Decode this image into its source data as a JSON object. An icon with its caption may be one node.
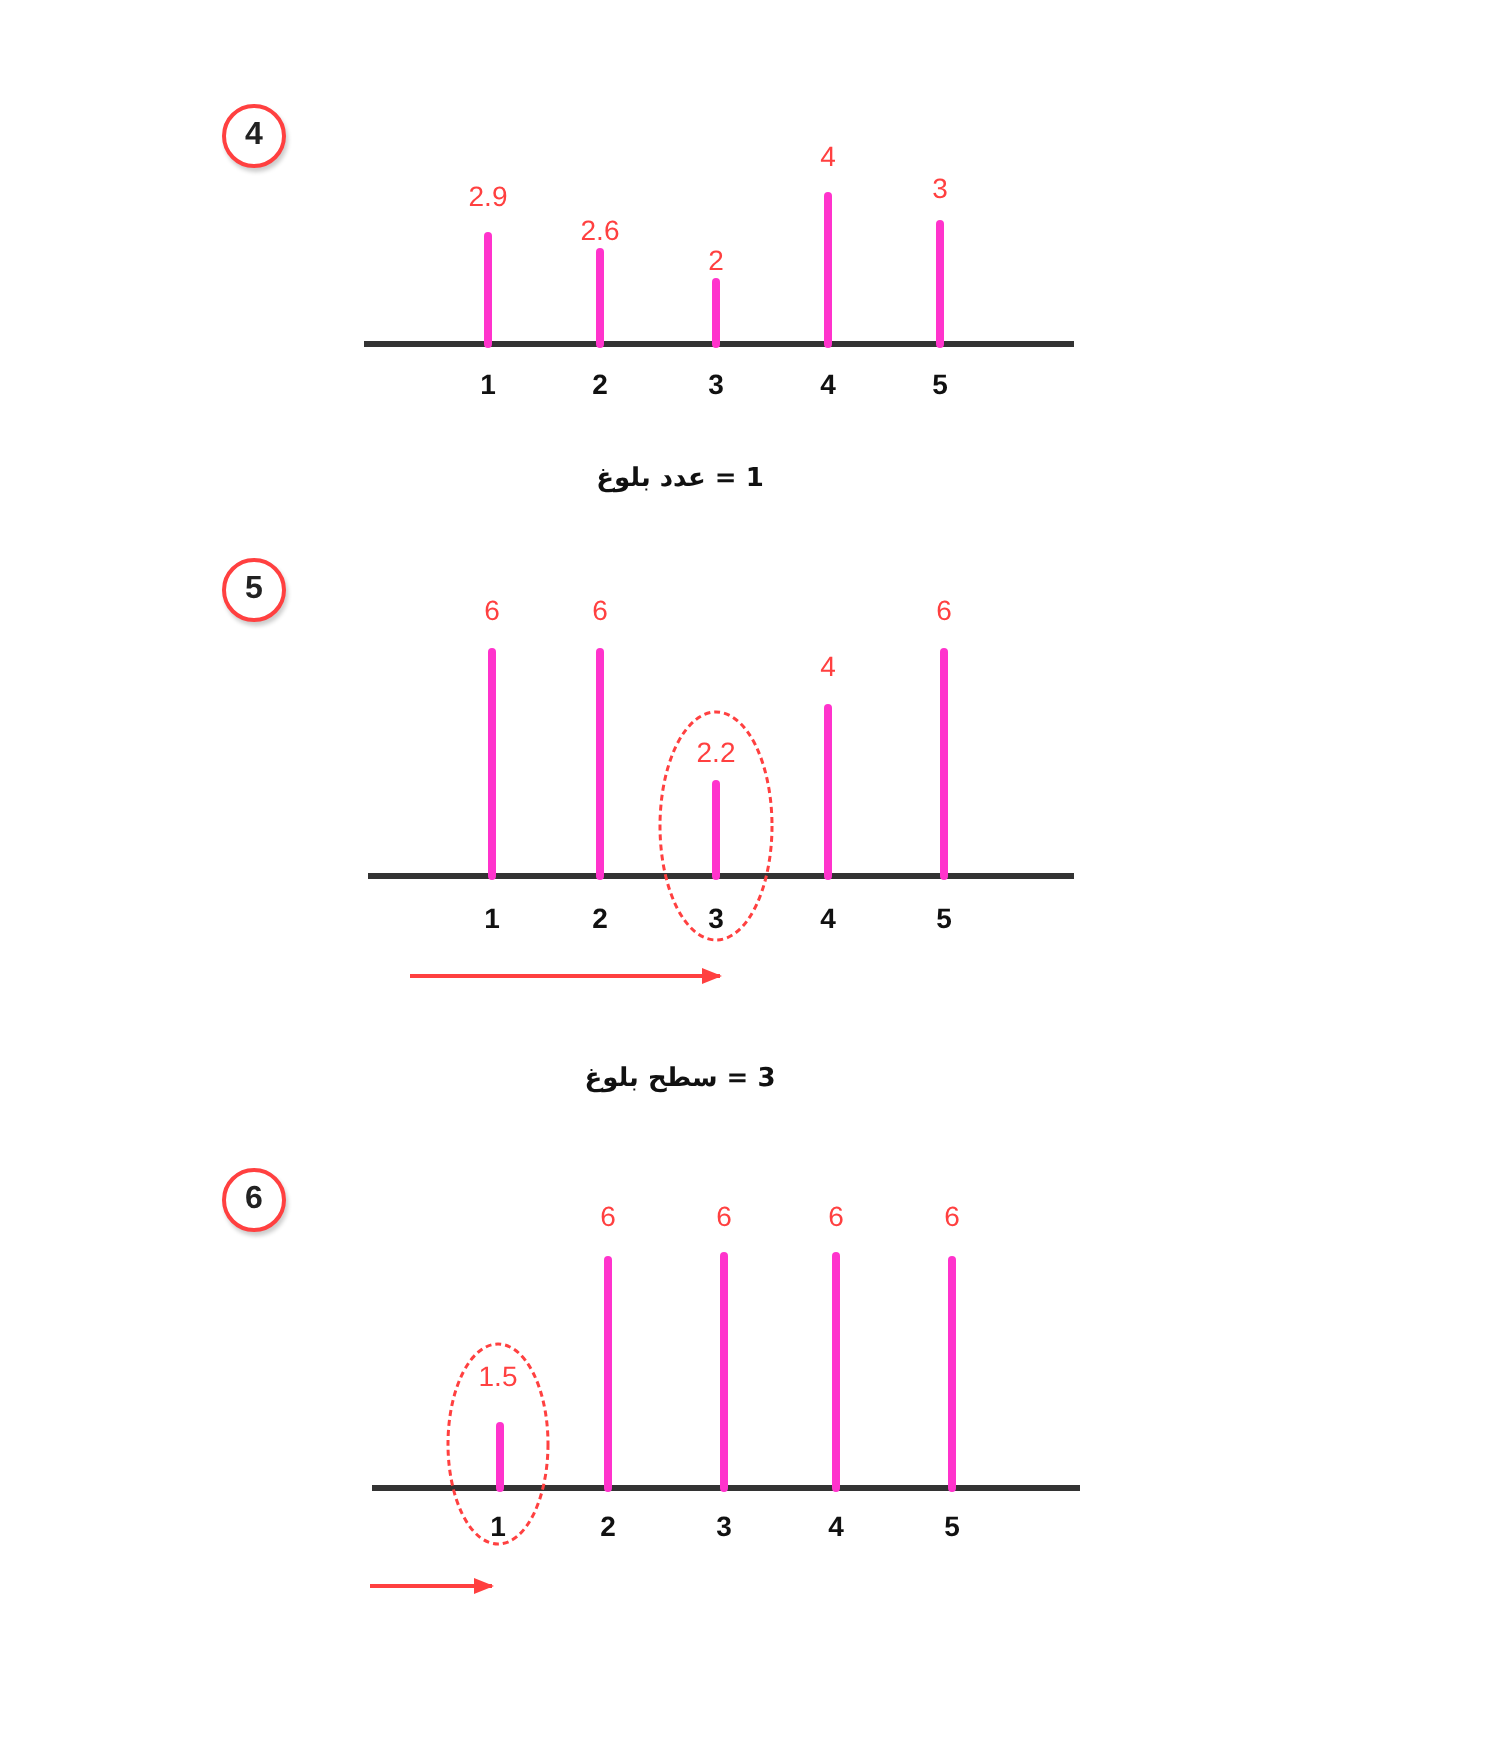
{
  "diagram": {
    "nodes": [
      {
        "text": [
          "4"
        ]
      },
      {
        "text": [
          "5"
        ]
      },
      {
        "text": [
          "2.2",
          "3"
        ]
      },
      {
        "text": [
          "6"
        ]
      },
      {
        "text": [
          "1.5",
          "1"
        ]
      }
    ],
    "labels": [
      "2.9",
      "2.6",
      "2",
      "4",
      "3",
      "1",
      "2",
      "3",
      "4",
      "5",
      "1 = عدد بلوغ",
      "6",
      "6",
      "4",
      "6",
      "1",
      "2",
      "4",
      "5",
      "3 = سطح بلوغ",
      "6",
      "6",
      "6",
      "6",
      "2",
      "3",
      "4",
      "5"
    ]
  }
}
